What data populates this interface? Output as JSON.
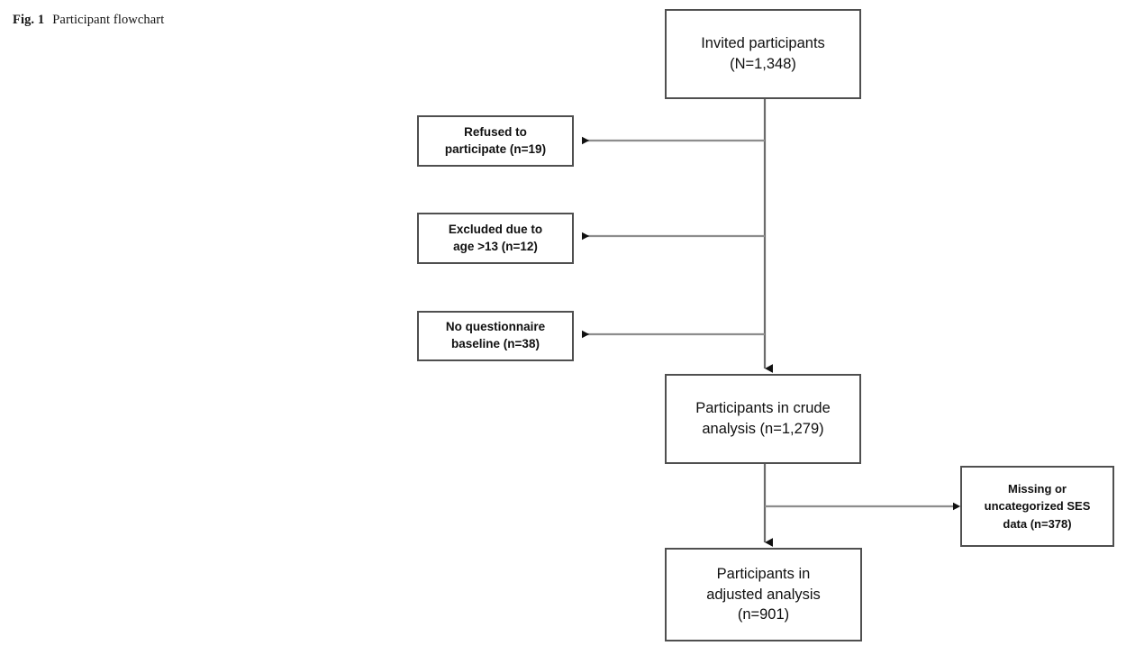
{
  "figure": {
    "label": "Fig. 1",
    "caption": "Participant flowchart"
  },
  "nodes": {
    "invited": {
      "id": "invited-participants",
      "lines": [
        "Invited participants",
        "(N=1,348)"
      ],
      "line1": "Invited participants",
      "line2": "(N=1,348)",
      "count": 1348,
      "count_label": "N=1,348"
    },
    "refused": {
      "id": "refused-to-participate",
      "lines": [
        "Refused to",
        "participate (n=19)"
      ],
      "line1": "Refused to",
      "line2": "participate (n=19)",
      "count": 19,
      "count_label": "n=19"
    },
    "excluded_age": {
      "id": "excluded-due-to-age",
      "lines": [
        "Excluded due to",
        "age >13 (n=12)"
      ],
      "line1": "Excluded due to",
      "line2": "age >13 (n=12)",
      "count": 12,
      "count_label": "n=12"
    },
    "no_baseline": {
      "id": "no-questionnaire-baseline",
      "lines": [
        "No questionnaire",
        "baseline (n=38)"
      ],
      "line1": "No questionnaire",
      "line2": "baseline (n=38)",
      "count": 38,
      "count_label": "n=38"
    },
    "crude": {
      "id": "participants-in-crude-analysis",
      "lines": [
        "Participants in crude",
        "analysis (n=1,279)"
      ],
      "line1": "Participants in crude",
      "line2": "analysis (n=1,279)",
      "count": 1279,
      "count_label": "n=1,279"
    },
    "missing_ses": {
      "id": "missing-or-uncategorized-ses-data",
      "lines": [
        "Missing or",
        "uncategorized SES",
        "data (n=378)"
      ],
      "line1": "Missing or",
      "line2": "uncategorized SES",
      "line3": "data (n=378)",
      "count": 378,
      "count_label": "n=378"
    },
    "adjusted": {
      "id": "participants-in-adjusted-analysis",
      "lines": [
        "Participants in",
        "adjusted analysis",
        "(n=901)"
      ],
      "line1": "Participants in",
      "line2": "adjusted analysis",
      "line3": "(n=901)",
      "count": 901,
      "count_label": "n=901"
    }
  },
  "edges": [
    {
      "id": "invited-to-refused",
      "from": "invited",
      "to": "refused",
      "direction": "left"
    },
    {
      "id": "invited-to-excluded-age",
      "from": "invited",
      "to": "excluded_age",
      "direction": "left"
    },
    {
      "id": "invited-to-no-baseline",
      "from": "invited",
      "to": "no_baseline",
      "direction": "left"
    },
    {
      "id": "invited-to-crude",
      "from": "invited",
      "to": "crude",
      "direction": "down"
    },
    {
      "id": "crude-to-missing-ses",
      "from": "crude",
      "to": "missing_ses",
      "direction": "right"
    },
    {
      "id": "crude-to-adjusted",
      "from": "crude",
      "to": "adjusted",
      "direction": "down"
    }
  ],
  "style": {
    "box_border_color": "#4f4f4f",
    "connector_color": "#6b6b6b",
    "arrowhead_color": "#111111",
    "background_color": "#ffffff",
    "text_color": "#101010"
  }
}
